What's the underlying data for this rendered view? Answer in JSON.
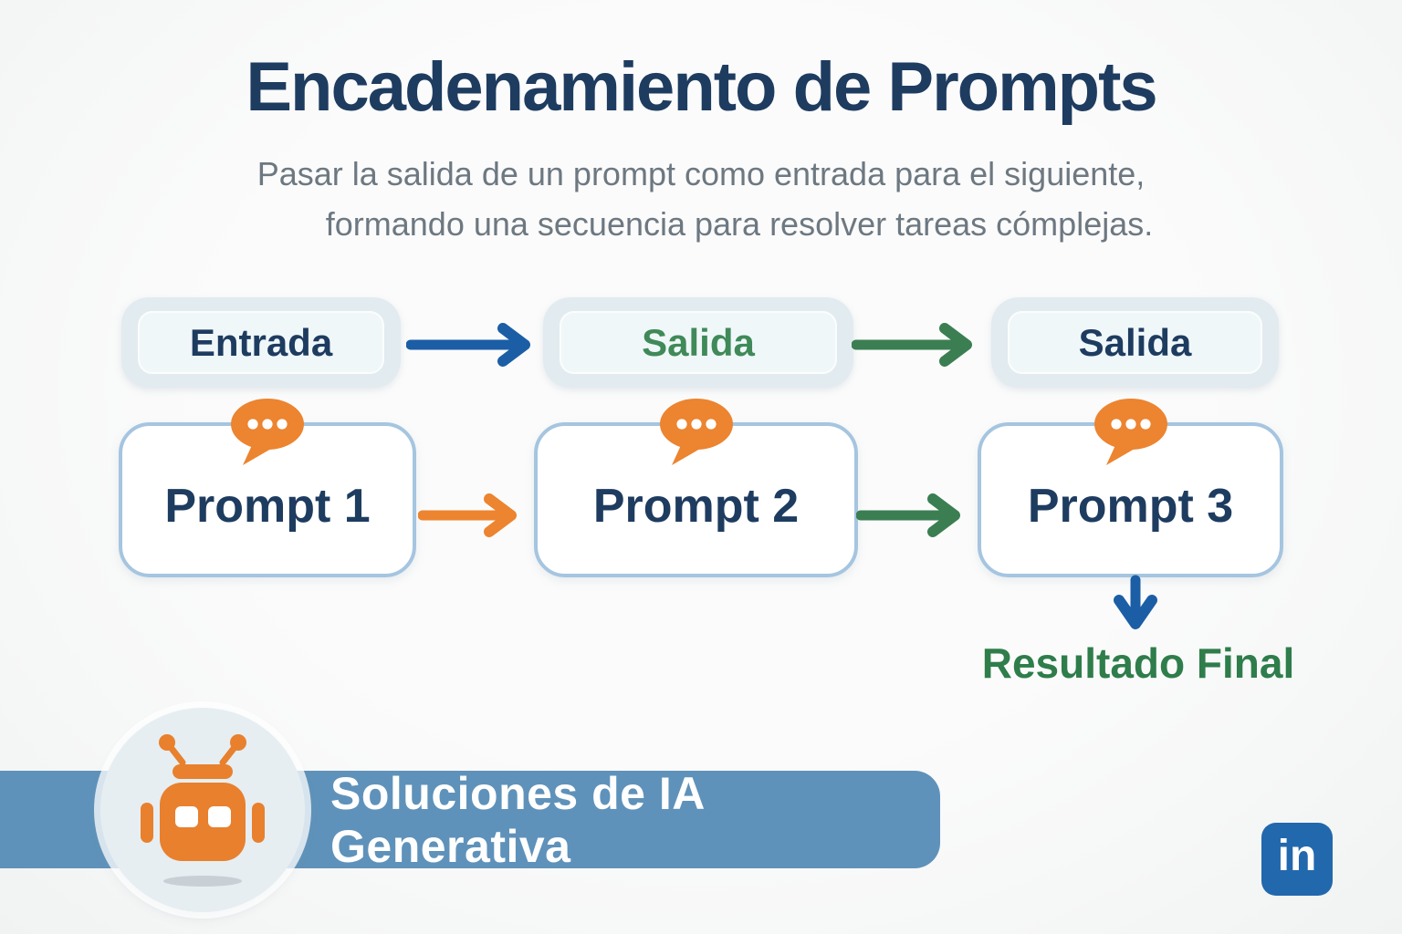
{
  "header": {
    "title": "Encadenamiento de Prompts",
    "subtitle_line1": "Pasar la salida de un prompt como entrada para el siguiente,",
    "subtitle_line2": "formando una secuencia para resolver tareas cómplejas."
  },
  "flow": {
    "io_boxes": [
      {
        "label": "Entrada",
        "text_color": "#1e3c60"
      },
      {
        "label": "Salida",
        "text_color": "#3f8a58"
      },
      {
        "label": "Salida",
        "text_color": "#1e3c60"
      }
    ],
    "prompt_boxes": [
      {
        "label": "Prompt 1"
      },
      {
        "label": "Prompt 2"
      },
      {
        "label": "Prompt 3"
      }
    ],
    "arrows": [
      {
        "name": "entrada-to-salida",
        "color": "#1b5ea6",
        "direction": "right"
      },
      {
        "name": "salida-to-salida",
        "color": "#3b7e52",
        "direction": "right"
      },
      {
        "name": "prompt1-to-prompt2",
        "color": "#ec8430",
        "direction": "right"
      },
      {
        "name": "prompt2-to-prompt3",
        "color": "#3b7e52",
        "direction": "right"
      },
      {
        "name": "prompt3-to-result",
        "color": "#1b5ea6",
        "direction": "down"
      }
    ],
    "result_label": "Resultado Final"
  },
  "footer": {
    "banner_label": "Soluciones de IA Generativa",
    "linkedin_logo_text": "in"
  },
  "colors": {
    "title_navy": "#1e3c60",
    "subtitle_gray": "#6d7881",
    "io_box_outer": "#e2ebf0",
    "io_box_inner": "#f0f7f9",
    "prompt_border_blue": "#a5c5e0",
    "chat_bubble_orange": "#ec8430",
    "green_text": "#2e7d4b",
    "banner_blue": "#5f92ba",
    "robot_orange": "#e8802e",
    "linkedin_blue": "#2268ad"
  }
}
